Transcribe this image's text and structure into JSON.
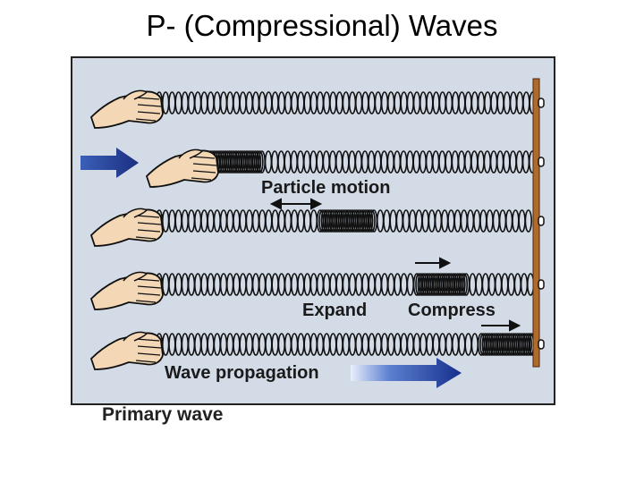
{
  "slide": {
    "title": "P- (Compressional) Waves"
  },
  "labels": {
    "particle_motion": "Particle motion",
    "expand": "Expand",
    "compress": "Compress",
    "wave_propagation": "Wave propagation",
    "caption": "Primary wave"
  },
  "colors": {
    "panel": "#d3dbe7",
    "coil": "#111111",
    "post": "#b06a2a",
    "arrow": "#1f3f9a",
    "hand": "#f4d8b6"
  }
}
